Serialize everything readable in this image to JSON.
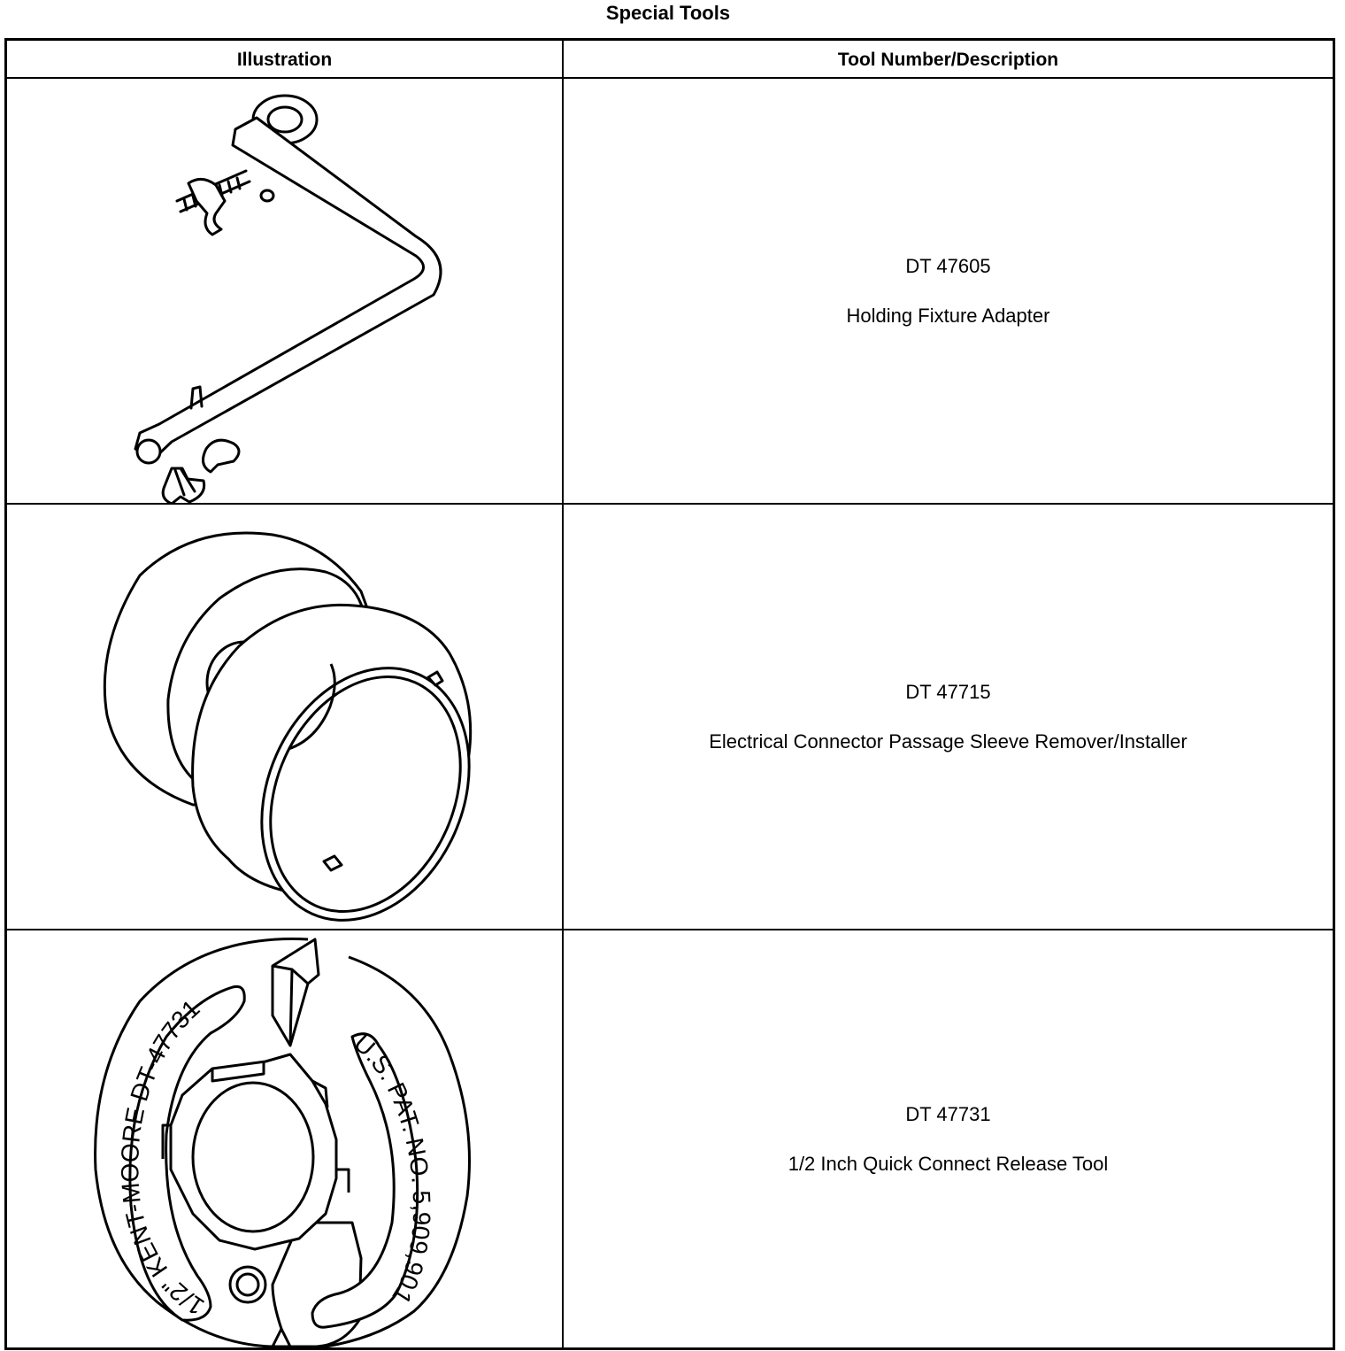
{
  "page": {
    "title": "Special Tools"
  },
  "table": {
    "headers": {
      "illustration": "Illustration",
      "tool": "Tool Number/Description"
    },
    "rows": [
      {
        "number": "DT 47605",
        "description": "Holding Fixture Adapter",
        "illustration_icon": "holding-fixture-adapter-icon"
      },
      {
        "number": "DT 47715",
        "description": "Electrical Connector Passage Sleeve Remover/Installer",
        "illustration_icon": "sleeve-remover-installer-icon"
      },
      {
        "number": "DT 47731",
        "description": "1/2 Inch Quick Connect Release Tool",
        "illustration_icon": "quick-connect-release-tool-icon",
        "engraving": {
          "left": "1/2\" KENT-MOORE DT-47731",
          "right": "U.S. PAT. NO. 5,909,901"
        }
      }
    ]
  }
}
